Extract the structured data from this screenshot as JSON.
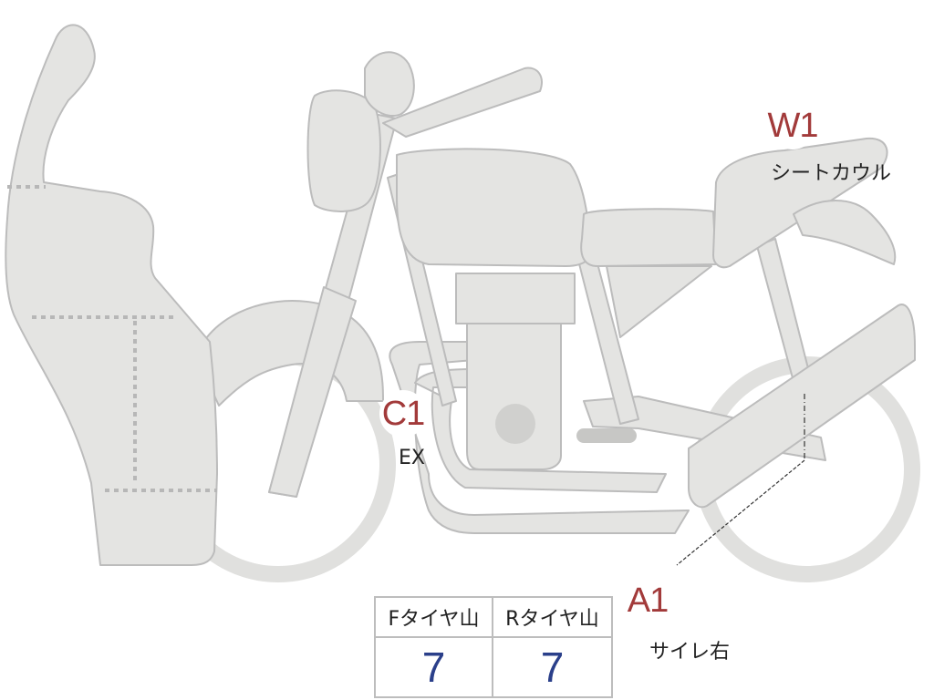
{
  "colors": {
    "body_fill": "#e4e4e2",
    "body_stroke": "#bcbcbc",
    "callout_text": "#a23a3a",
    "value_text": "#2a3f8a",
    "caption_text": "#222222"
  },
  "callouts": [
    {
      "code": "W1",
      "caption": "シートカウル"
    },
    {
      "code": "C1",
      "caption": "EX"
    },
    {
      "code": "A1",
      "caption": "サイレ右"
    }
  ],
  "tire_table": {
    "headers": [
      "Fタイヤ山",
      "Rタイヤ山"
    ],
    "values": [
      "7",
      "7"
    ]
  }
}
